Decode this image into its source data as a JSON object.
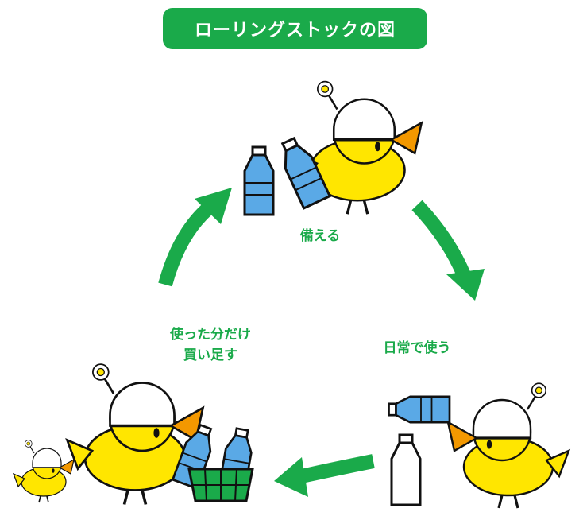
{
  "title": "ローリングストックの図",
  "steps": {
    "prepare": "備える",
    "use_daily": "日常で使う",
    "restock_line1": "使った分だけ",
    "restock_line2": "買い足す"
  },
  "colors": {
    "accent": "#1aaa4a",
    "chick": "#ffe600",
    "beak": "#f39800",
    "bottle": "#5aa9e6"
  }
}
